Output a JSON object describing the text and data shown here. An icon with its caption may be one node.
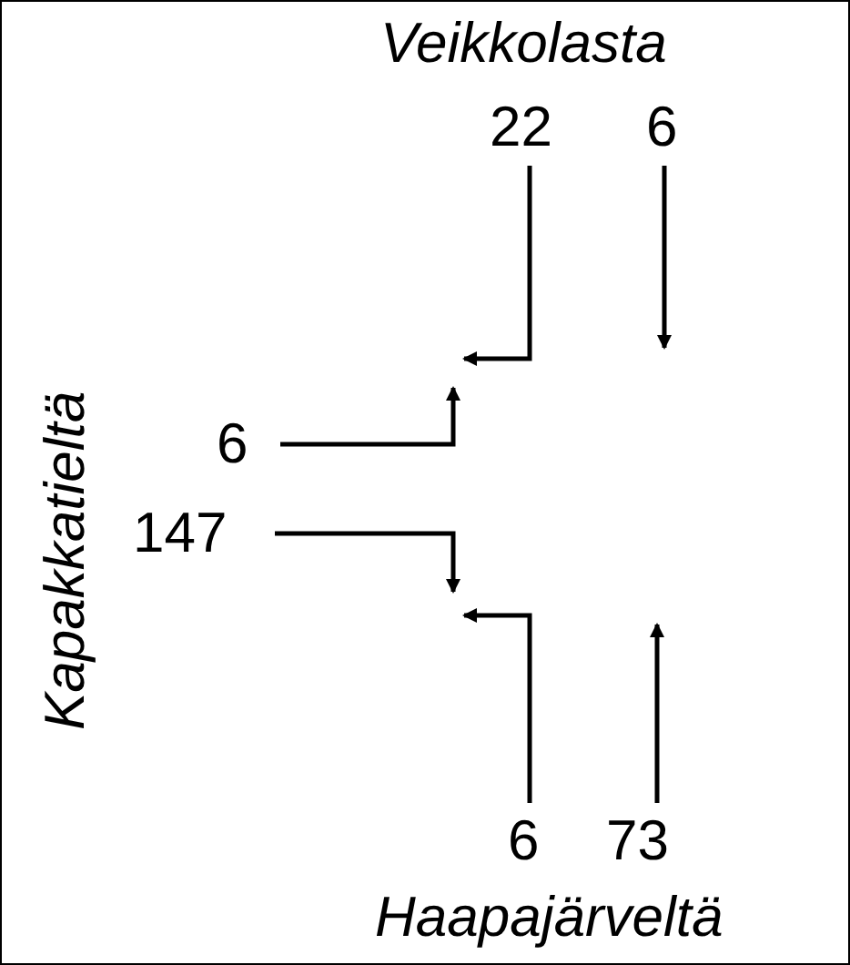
{
  "diagram": {
    "nodes": [
      {
        "text": [
          "22"
        ]
      },
      {
        "text": [
          "6"
        ]
      },
      {
        "text": [
          "6"
        ]
      },
      {
        "text": [
          "147"
        ]
      },
      {
        "text": [
          "6"
        ]
      },
      {
        "text": [
          "73"
        ]
      }
    ],
    "edges": [
      {
        "from": 0,
        "to": null,
        "arrow": "to"
      },
      {
        "from": 1,
        "to": null,
        "arrow": "to"
      },
      {
        "from": 2,
        "to": null,
        "arrow": "to"
      },
      {
        "from": 3,
        "to": null,
        "arrow": "to"
      },
      {
        "from": 4,
        "to": null,
        "arrow": "to"
      },
      {
        "from": 5,
        "to": null,
        "arrow": "to"
      }
    ],
    "labels": [
      "Veikkolasta",
      "Kapakkatieltä",
      "Haapajärveltä"
    ]
  }
}
